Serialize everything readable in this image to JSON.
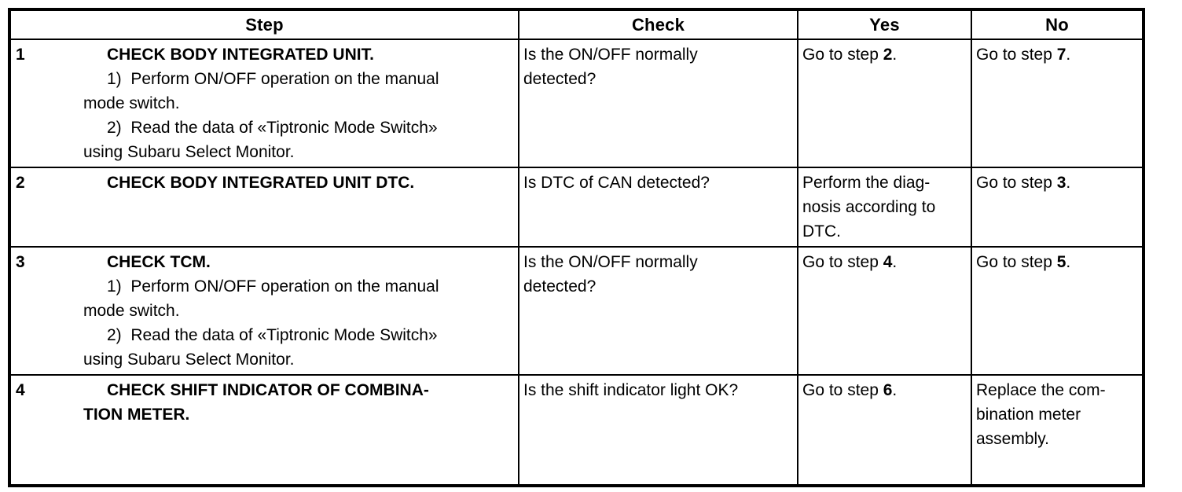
{
  "colors": {
    "background": "#ffffff",
    "border": "#000000",
    "text": "#000000"
  },
  "table": {
    "headers": [
      {
        "label": "Step"
      },
      {
        "label": "Check"
      },
      {
        "label": "Yes"
      },
      {
        "label": "No"
      }
    ],
    "rows": [
      {
        "num": "1",
        "step_lines": [
          {
            "t": "CHECK BODY INTEGRATED UNIT.",
            "b": true,
            "i": true
          },
          {
            "t": "1)  Perform ON/OFF operation on the manual",
            "b": false,
            "i": true
          },
          {
            "t": "mode switch.",
            "b": false,
            "i": false
          },
          {
            "t": "2)  Read the data of «Tiptronic Mode Switch»",
            "b": false,
            "i": true
          },
          {
            "t": "using Subaru Select Monitor.",
            "b": false,
            "i": false
          }
        ],
        "check_lines": [
          "Is the ON/OFF normally",
          "detected?"
        ],
        "yes": {
          "pre": "Go to step ",
          "bold": "2",
          "post": "."
        },
        "no": {
          "pre": "Go to step ",
          "bold": "7",
          "post": "."
        }
      },
      {
        "num": "2",
        "step_lines": [
          {
            "t": "CHECK BODY INTEGRATED UNIT DTC.",
            "b": true,
            "i": true
          }
        ],
        "check_lines": [
          "Is DTC of CAN detected?"
        ],
        "yes": {
          "lines": [
            "Perform the diag-",
            "nosis according to",
            "DTC."
          ]
        },
        "no": {
          "pre": "Go to step ",
          "bold": "3",
          "post": "."
        }
      },
      {
        "num": "3",
        "step_lines": [
          {
            "t": "CHECK TCM.",
            "b": true,
            "i": true
          },
          {
            "t": "1)  Perform ON/OFF operation on the manual",
            "b": false,
            "i": true
          },
          {
            "t": "mode switch.",
            "b": false,
            "i": false
          },
          {
            "t": "2)  Read the data of «Tiptronic Mode Switch»",
            "b": false,
            "i": true
          },
          {
            "t": "using Subaru Select Monitor.",
            "b": false,
            "i": false
          }
        ],
        "check_lines": [
          "Is the ON/OFF normally",
          "detected?"
        ],
        "yes": {
          "pre": "Go to step ",
          "bold": "4",
          "post": "."
        },
        "no": {
          "pre": "Go to step ",
          "bold": "5",
          "post": "."
        }
      },
      {
        "num": "4",
        "step_lines": [
          {
            "t": "CHECK SHIFT INDICATOR OF COMBINA-",
            "b": true,
            "i": true
          },
          {
            "t": "TION METER.",
            "b": true,
            "i": false
          }
        ],
        "check_lines": [
          "Is the shift indicator light OK?"
        ],
        "yes": {
          "pre": "Go to step ",
          "bold": "6",
          "post": "."
        },
        "no": {
          "lines": [
            "Replace the com-",
            "bination meter",
            "assembly."
          ]
        }
      }
    ]
  }
}
